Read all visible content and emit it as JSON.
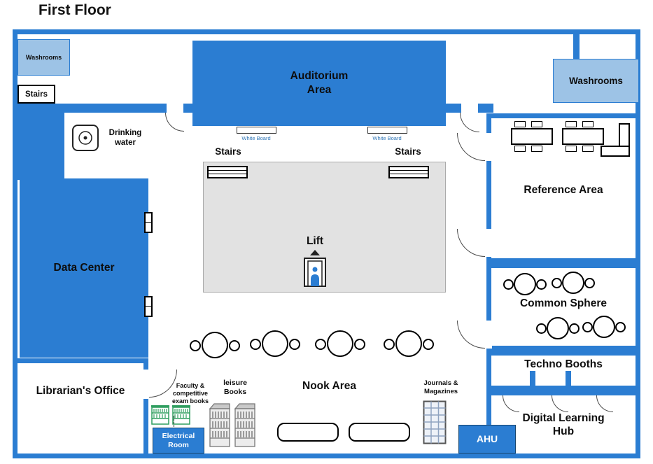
{
  "title": "First Floor",
  "colors": {
    "wall": "#2b7dd2",
    "light_room": "#9dc3e6",
    "hall_floor": "#e2e2e2",
    "whiteboard_text": "#2e75b6",
    "faculty_shelf_green": "#2f9e5f"
  },
  "rooms": {
    "washrooms_top_left": "Washrooms",
    "stairs_top_left": "Stairs",
    "auditorium": "Auditorium Area",
    "washrooms_top_right": "Washrooms",
    "data_center": "Data Center",
    "librarians_office": "Librarian's Office",
    "reference_area": "Reference Area",
    "common_sphere": "Common Sphere",
    "techno_booths": "Techno Booths",
    "digital_learning_hub": "Digital Learning Hub",
    "nook_area": "Nook Area",
    "electrical_room": "Electrical Room",
    "ahu": "AHU"
  },
  "features": {
    "drinking_water": "Drinking water",
    "stairs_hall_left": "Stairs",
    "stairs_hall_right": "Stairs",
    "lift": "Lift",
    "white_board_left": "White Board",
    "white_board_right": "White Board",
    "faculty_books": "Faculty & competitive exam books",
    "leisure_books": "leisure Books",
    "journals": "Journals & Magazines"
  }
}
